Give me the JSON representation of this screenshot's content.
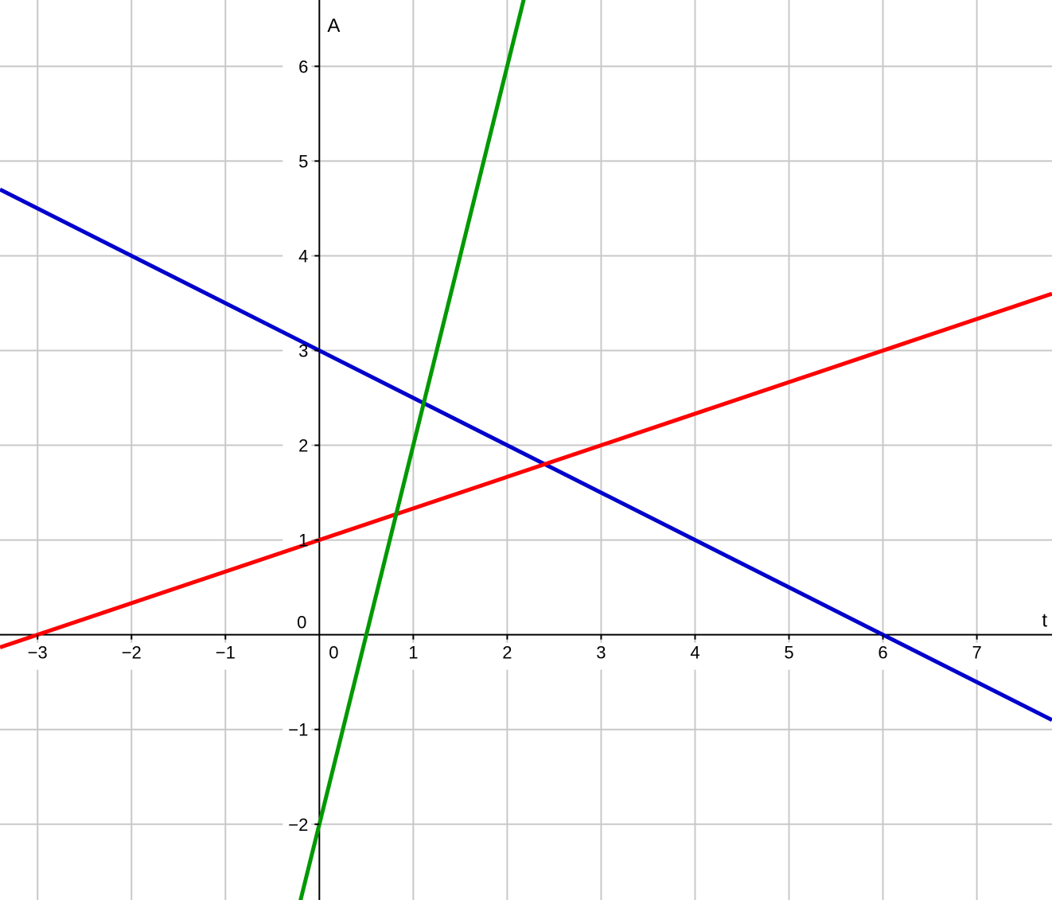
{
  "chart_data": {
    "type": "line",
    "title": "",
    "xlabel": "t",
    "ylabel": "A",
    "xlim": [
      -3.4,
      7.8
    ],
    "ylim": [
      -2.8,
      6.7
    ],
    "grid": true,
    "x_ticks": [
      -3,
      -2,
      -1,
      0,
      1,
      2,
      3,
      4,
      5,
      6,
      7
    ],
    "x_tick_labels": [
      "−3",
      "−2",
      "−1",
      "0",
      "1",
      "2",
      "3",
      "4",
      "5",
      "6",
      "7"
    ],
    "y_ticks": [
      -2,
      -1,
      1,
      2,
      3,
      4,
      5,
      6
    ],
    "y_tick_labels": [
      "−2",
      "−1",
      "1",
      "2",
      "3",
      "4",
      "5",
      "6"
    ],
    "origin_label": "0",
    "series": [
      {
        "color": "#0000cc",
        "x": [
          -3.4,
          7.8
        ],
        "y": [
          4.7,
          -0.9
        ]
      },
      {
        "color": "#ff0000",
        "x": [
          -3.4,
          7.8
        ],
        "y": [
          -0.1333,
          3.6
        ]
      },
      {
        "color": "#009900",
        "x": [
          -0.2222,
          2.1833
        ],
        "y": [
          -2.8889,
          6.7333
        ]
      }
    ]
  }
}
